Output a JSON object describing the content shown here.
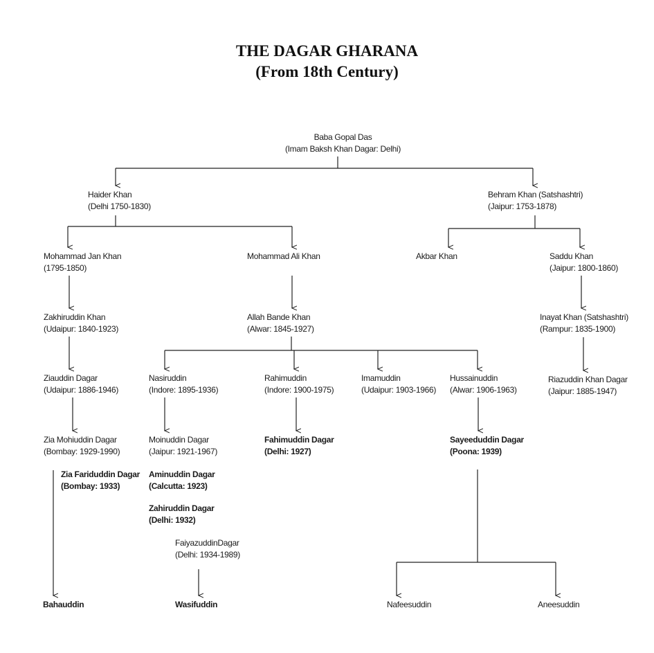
{
  "title": {
    "line1": "THE DAGAR GHARANA",
    "line2": "(From 18th Century)"
  },
  "nodes": [
    {
      "id": "baba",
      "name": "Baba Gopal Das",
      "detail": "(Imam Baksh Khan Dagar: Delhi)"
    },
    {
      "id": "haider",
      "name": "Haider Khan",
      "detail": "(Delhi 1750-1830)"
    },
    {
      "id": "behram",
      "name": "Behram Khan (Satshashtri)",
      "detail": "(Jaipur: 1753-1878)"
    },
    {
      "id": "mjan",
      "name": "Mohammad Jan Khan",
      "detail": "(1795-1850)"
    },
    {
      "id": "mali",
      "name": "Mohammad Ali Khan",
      "detail": ""
    },
    {
      "id": "akbar",
      "name": "Akbar Khan",
      "detail": ""
    },
    {
      "id": "saddu",
      "name": "Saddu Khan",
      "detail": "(Jaipur: 1800-1860)"
    },
    {
      "id": "zakhir",
      "name": "Zakhiruddin Khan",
      "detail": "(Udaipur: 1840-1923)"
    },
    {
      "id": "allah",
      "name": "Allah Bande Khan",
      "detail": "(Alwar: 1845-1927)"
    },
    {
      "id": "inayat",
      "name": "Inayat Khan (Satshashtri)",
      "detail": "(Rampur: 1835-1900)"
    },
    {
      "id": "ziaud",
      "name": "Ziauddin Dagar",
      "detail": "(Udaipur: 1886-1946)"
    },
    {
      "id": "nasir",
      "name": "Nasiruddin",
      "detail": "(Indore: 1895-1936)"
    },
    {
      "id": "rahim",
      "name": "Rahimuddin",
      "detail": "(Indore: 1900-1975)"
    },
    {
      "id": "imam",
      "name": "Imamuddin",
      "detail": "(Udaipur: 1903-1966)"
    },
    {
      "id": "hussain",
      "name": "Hussainuddin",
      "detail": "(Alwar: 1906-1963)"
    },
    {
      "id": "riaz",
      "name": "Riazuddin Khan Dagar",
      "detail": "(Jaipur: 1885-1947)"
    },
    {
      "id": "ziamohi",
      "name": "Zia Mohiuddin Dagar",
      "detail": "(Bombay: 1929-1990)"
    },
    {
      "id": "moin",
      "name": "Moinuddin Dagar",
      "detail": "(Jaipur: 1921-1967)"
    },
    {
      "id": "fahim",
      "name": "Fahimuddin  Dagar",
      "detail": "(Delhi: 1927)",
      "bold": true
    },
    {
      "id": "sayeed",
      "name": "Sayeeduddin Dagar",
      "detail": "(Poona: 1939)",
      "bold": true
    },
    {
      "id": "ziafarid",
      "name": "Zia Fariduddin Dagar",
      "detail": "(Bombay: 1933)",
      "bold": true
    },
    {
      "id": "amin",
      "name": "Aminuddin Dagar",
      "detail": "(Calcutta: 1923)",
      "bold": true
    },
    {
      "id": "zahir",
      "name": "Zahiruddin Dagar",
      "detail": "(Delhi: 1932)",
      "bold": true
    },
    {
      "id": "faiyaz",
      "name": "FaiyazuddinDagar",
      "detail": "(Delhi: 1934-1989)"
    },
    {
      "id": "bahaud",
      "name": "Bahauddin",
      "detail": "",
      "bold": true
    },
    {
      "id": "wasif",
      "name": "Wasifuddin",
      "detail": "",
      "bold": true
    },
    {
      "id": "nafees",
      "name": "Nafeesuddin",
      "detail": ""
    },
    {
      "id": "anees",
      "name": "Aneesuddin",
      "detail": ""
    }
  ],
  "edges": [
    {
      "from": "baba",
      "to": "haider"
    },
    {
      "from": "baba",
      "to": "behram"
    },
    {
      "from": "haider",
      "to": "mjan"
    },
    {
      "from": "haider",
      "to": "mali"
    },
    {
      "from": "behram",
      "to": "akbar"
    },
    {
      "from": "behram",
      "to": "saddu"
    },
    {
      "from": "mjan",
      "to": "zakhir"
    },
    {
      "from": "mali",
      "to": "allah"
    },
    {
      "from": "saddu",
      "to": "inayat"
    },
    {
      "from": "zakhir",
      "to": "ziaud"
    },
    {
      "from": "allah",
      "to": "nasir"
    },
    {
      "from": "allah",
      "to": "rahim"
    },
    {
      "from": "allah",
      "to": "imam"
    },
    {
      "from": "allah",
      "to": "hussain"
    },
    {
      "from": "inayat",
      "to": "riaz"
    },
    {
      "from": "ziaud",
      "to": "ziamohi"
    },
    {
      "from": "nasir",
      "to": "moin"
    },
    {
      "from": "rahim",
      "to": "fahim"
    },
    {
      "from": "hussain",
      "to": "sayeed"
    },
    {
      "from": "ziamohi",
      "to": "bahaud"
    },
    {
      "from": "faiyaz",
      "to": "wasif"
    },
    {
      "from": "sayeed",
      "to": "nafees"
    },
    {
      "from": "sayeed",
      "to": "anees"
    }
  ]
}
